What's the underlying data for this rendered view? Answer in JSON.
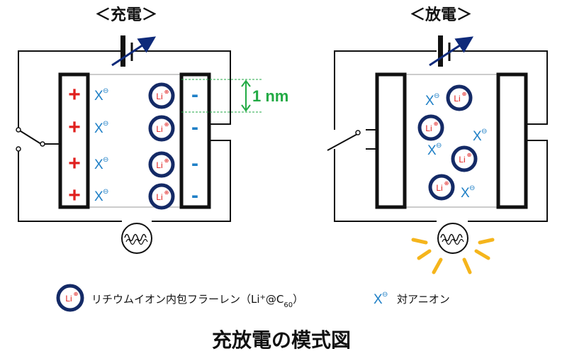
{
  "headings": {
    "charge": "＜充電＞",
    "discharge": "＜放電＞"
  },
  "charge": {
    "plus_sign": "+",
    "minus_sign": "-",
    "anion_symbol": "X",
    "anion_charge": "⊖",
    "li_symbol": "Li",
    "li_charge": "⊕",
    "dimension_label": "1 nm"
  },
  "legend": {
    "li_symbol": "Li",
    "li_charge": "⊕",
    "li_text": "リチウムイオン内包フラーレン（Li",
    "li_text_sup": "+",
    "li_text_mid": "@C",
    "li_text_sub": "60",
    "li_text_end": "）",
    "anion_symbol": "X",
    "anion_charge": "⊖",
    "anion_text": "対アニオン"
  },
  "title": "充放電の模式図",
  "colors": {
    "positive": "#e0201e",
    "negative": "#1e7fc6",
    "anion": "#1e7fc6",
    "li_ring": "#142a66",
    "li_text": "#e0201e",
    "dimension": "#22aa44",
    "battery_arrow": "#0e2a7a",
    "glow": "#f5b51c",
    "line": "#111111"
  }
}
